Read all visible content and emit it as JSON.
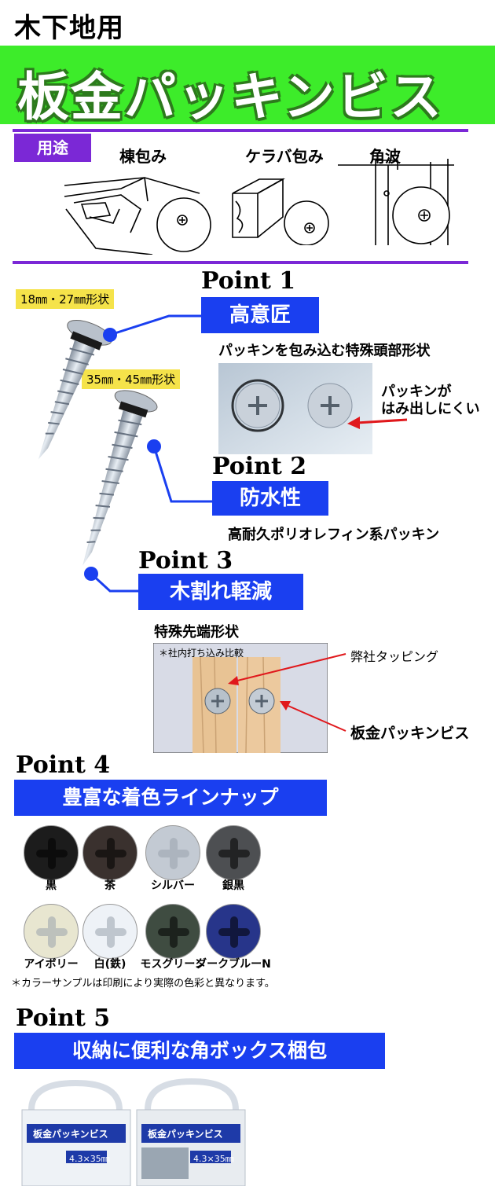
{
  "header": {
    "subtitle": "木下地用",
    "title": "板金パッキンビス",
    "banner_color": "#3dec2a"
  },
  "usage": {
    "badge": "用途",
    "items": [
      "棟包み",
      "ケラバ包み",
      "角波"
    ]
  },
  "sizes": {
    "short": "18㎜・27㎜形状",
    "long": "35㎜・45㎜形状"
  },
  "point1": {
    "heading": "Point 1",
    "label": "高意匠",
    "caption": "パッキンを包み込む特殊頭部形状",
    "callout": "パッキンが\nはみ出しにくい"
  },
  "point2": {
    "heading": "Point 2",
    "label": "防水性",
    "caption": "高耐久ポリオレフィン系パッキン"
  },
  "point3": {
    "heading": "Point 3",
    "label": "木割れ軽減",
    "caption": "特殊先端形状",
    "photo_note": "＊社内打ち込み比較",
    "callout_competitor": "弊社タッピング",
    "callout_product": "板金パッキンビス"
  },
  "point4": {
    "heading": "Point 4",
    "label": "豊富な着色ラインナップ",
    "colors": [
      {
        "name": "黒",
        "hex": "#1c1c1c",
        "icon": "screw-head-icon"
      },
      {
        "name": "茶",
        "hex": "#3a312e",
        "icon": "screw-head-icon"
      },
      {
        "name": "シルバー",
        "hex": "#c3cad3",
        "icon": "screw-head-icon"
      },
      {
        "name": "銀黒",
        "hex": "#4d4f52",
        "icon": "screw-head-icon"
      },
      {
        "name": "アイボリー",
        "hex": "#e8e6d0",
        "icon": "screw-head-icon"
      },
      {
        "name": "白(鉄)",
        "hex": "#eef2f7",
        "icon": "screw-head-icon"
      },
      {
        "name": "モスグリーン",
        "hex": "#3f4c41",
        "icon": "screw-head-icon"
      },
      {
        "name": "ダークブルーN",
        "hex": "#27358a",
        "icon": "screw-head-icon"
      }
    ],
    "note": "＊カラーサンプルは印刷により実際の色彩と異なります。"
  },
  "point5": {
    "heading": "Point 5",
    "label": "収納に便利な角ボックス梱包",
    "box_left": {
      "product": "板金パッキンビス",
      "size": "4.3×35㎜"
    },
    "box_right": {
      "product": "板金パッキンビス",
      "size": "4.3×35㎜"
    }
  },
  "colors": {
    "purple": "#7b28d6",
    "blue": "#1a3ff0",
    "red": "#e0181c",
    "yellow": "#f5e34a"
  }
}
